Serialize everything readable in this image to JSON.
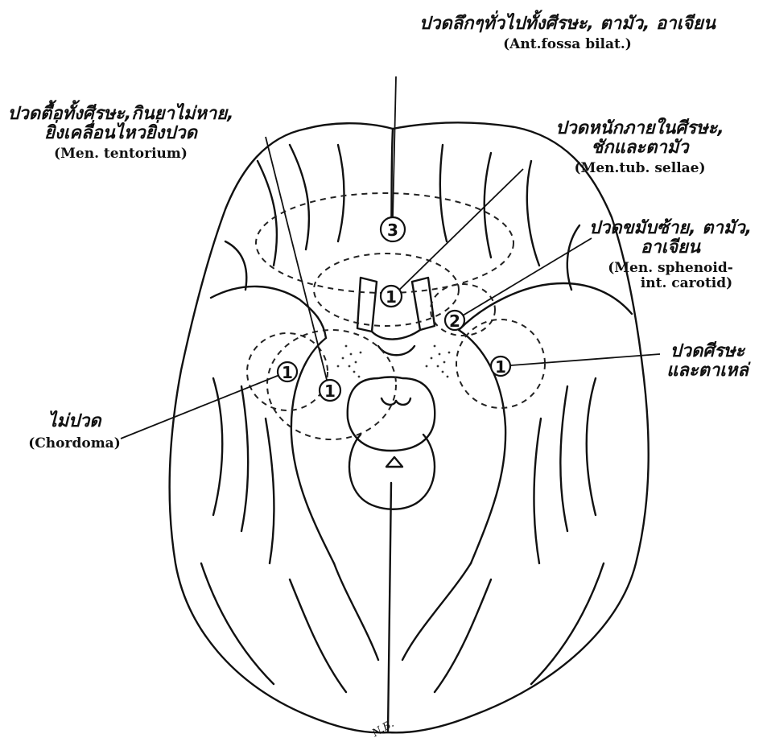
{
  "labels": {
    "top": {
      "thai": "ปวดลึกๆทั่วไปทั้งศีรษะ, ตามัว, อาเจียน",
      "eng": "(Ant.fossa bilat.)"
    },
    "upper_left": {
      "thai_line1": "ปวดตื้อทั้งศีรษะ,กินยาไม่หาย,",
      "thai_line2": "ยิ่งเคลื่อนไหวยิ่งปวด",
      "eng": "(Men. tentorium)"
    },
    "upper_right": {
      "thai_line1": "ปวดหนักภายในศีรษะ,",
      "thai_line2": "ชักและตามัว",
      "eng": "(Men.tub. sellae)"
    },
    "mid_right": {
      "thai_line1": "ปวดขมับซ้าย, ตามัว,",
      "thai_line2": "อาเจียน",
      "eng_line1": "(Men. sphenoid-",
      "eng_line2": "int. carotid)"
    },
    "right": {
      "thai_line1": "ปวดศีรษะ",
      "thai_line2": "และตาเหล่"
    },
    "left": {
      "thai": "ไม่ปวด",
      "eng": "(Chordoma)"
    }
  },
  "markers": {
    "top_center": "3",
    "center": "1",
    "left": "1",
    "left_inner": "1",
    "right_inner": "2",
    "right": "1"
  },
  "signature": "N.B."
}
